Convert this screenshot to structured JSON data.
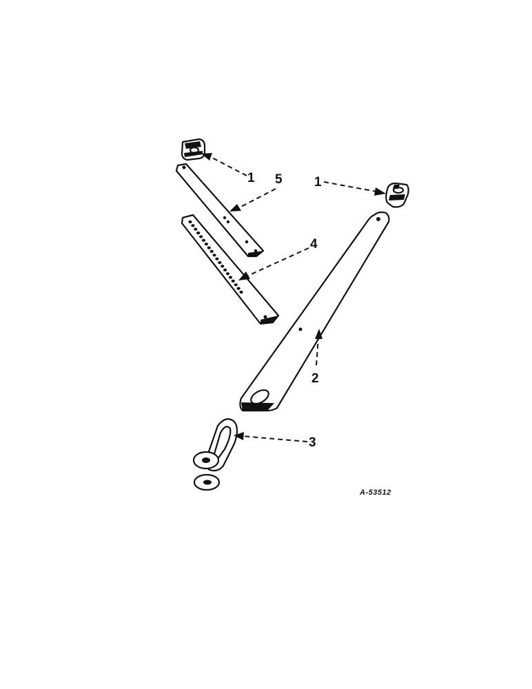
{
  "drawing": {
    "id_label": "A-53512"
  },
  "callouts": [
    {
      "key": "clevis-left",
      "label": "1"
    },
    {
      "key": "clevis-right",
      "label": "1"
    },
    {
      "key": "drawbar",
      "label": "2"
    },
    {
      "key": "shackle",
      "label": "3"
    },
    {
      "key": "adjusting-bar",
      "label": "4"
    },
    {
      "key": "short-bar",
      "label": "5"
    }
  ]
}
